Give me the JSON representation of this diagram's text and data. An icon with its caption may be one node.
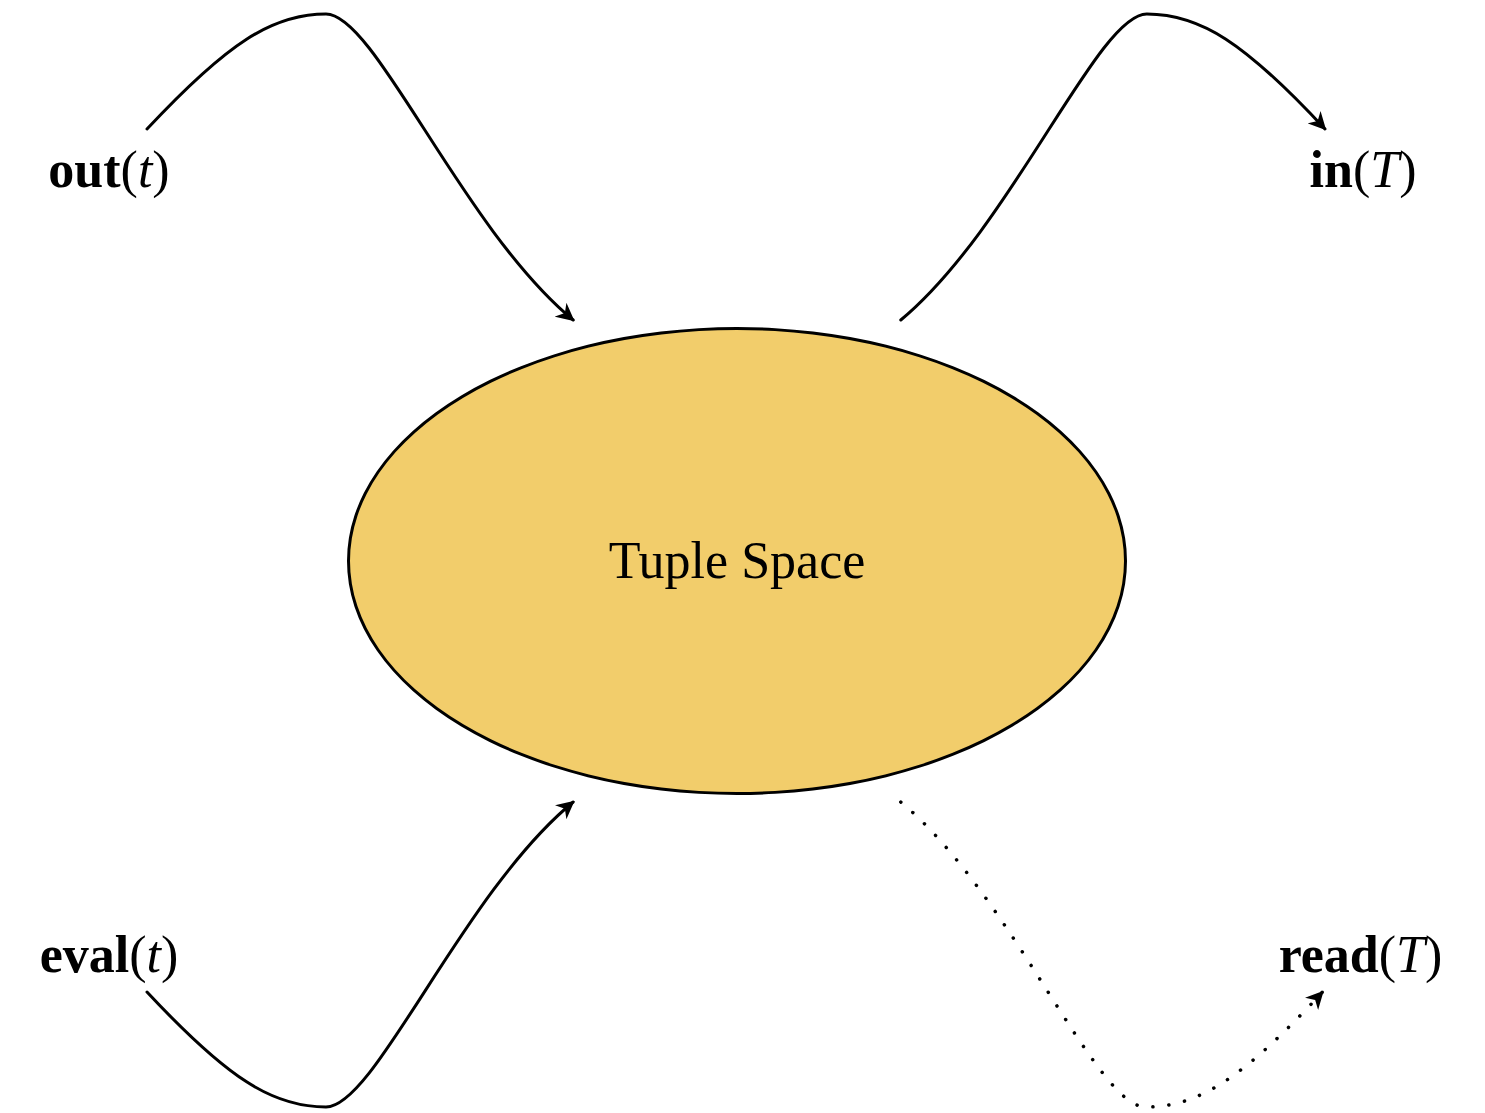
{
  "diagram": {
    "nodes": [
      {
        "text": [
          "**out**(*t*)"
        ]
      },
      {
        "text": [
          "**in**(*T*)"
        ]
      },
      {
        "text": [
          "Tuple Space"
        ]
      },
      {
        "text": [
          "**eval**(*t*)"
        ]
      },
      {
        "text": [
          "**read**(*T*)"
        ]
      }
    ],
    "edges": [
      {
        "from": 0,
        "to": 2,
        "arrow": "to"
      },
      {
        "from": 2,
        "to": 1,
        "arrow": "to"
      },
      {
        "from": 3,
        "to": 2,
        "arrow": "to"
      },
      {
        "from": 2,
        "to": 4,
        "arrow": "to",
        "style": "dashed"
      }
    ]
  }
}
